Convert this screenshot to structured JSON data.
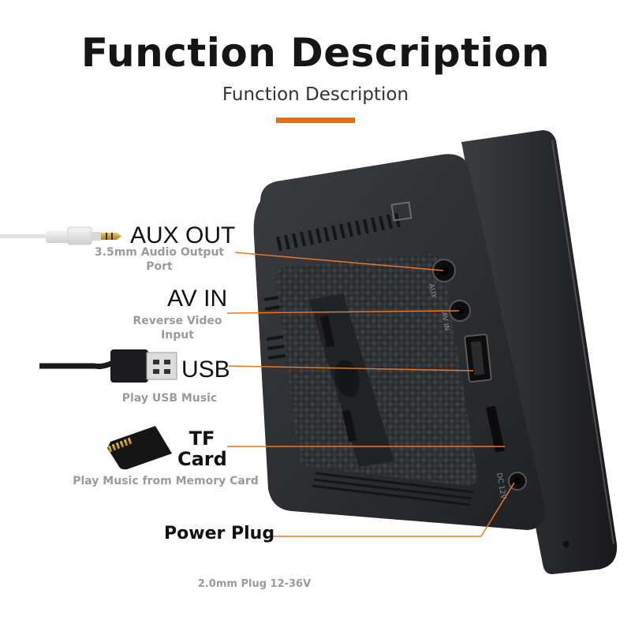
{
  "header": {
    "title": "Function Description",
    "subtitle": "Function Description",
    "accent_color": "#ec6a1d"
  },
  "features": [
    {
      "label": "AUX OUT",
      "desc_line1": "3.5mm Audio Output",
      "desc_line2": "Port",
      "icon": "audio-jack-cable-icon"
    },
    {
      "label": "AV IN",
      "desc_line1": "Reverse Video",
      "desc_line2": "Input",
      "icon": "av-port-icon"
    },
    {
      "label": "USB",
      "desc_line1": "Play USB Music",
      "icon": "usb-plug-icon"
    },
    {
      "label_line1": "TF",
      "label_line2": "Card",
      "desc_line1": "Play Music from Memory Card",
      "icon": "tf-card-icon"
    },
    {
      "label": "Power Plug",
      "desc_line1": "2.0mm Plug 12-36V",
      "icon": "power-port-icon"
    }
  ],
  "device": {
    "port_labels": [
      "AUX",
      "AV IN",
      "DC 12V"
    ]
  }
}
